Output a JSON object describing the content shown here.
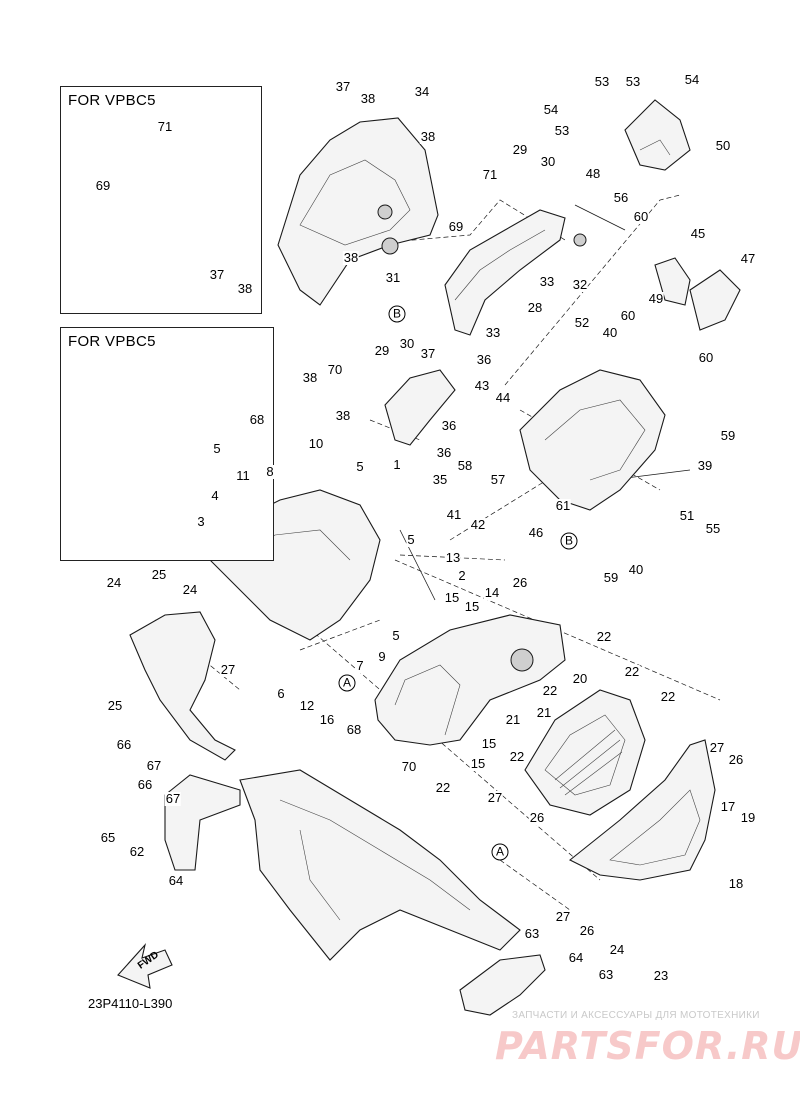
{
  "insets": [
    {
      "title": "FOR VPBC5"
    },
    {
      "title": "FOR VPBC5"
    }
  ],
  "diagram_code": "23P4110-L390",
  "watermark": {
    "subtitle": "ЗАПЧАСТИ И АКСЕССУАРЫ ДЛЯ МОТОТЕХНИКИ",
    "logo": "PARTSFOR.RU"
  },
  "fwd_label": "FWD",
  "reference_markers": [
    "B",
    "B",
    "A",
    "A"
  ],
  "callouts": [
    "37",
    "38",
    "34",
    "38",
    "71",
    "69",
    "37",
    "38",
    "38",
    "31",
    "69",
    "29",
    "30",
    "71",
    "48",
    "33",
    "32",
    "28",
    "53",
    "53",
    "54",
    "54",
    "53",
    "50",
    "56",
    "60",
    "45",
    "47",
    "49",
    "52",
    "40",
    "60",
    "60",
    "43",
    "44",
    "58",
    "57",
    "59",
    "39",
    "51",
    "55",
    "41",
    "42",
    "61",
    "46",
    "59",
    "40",
    "33",
    "36",
    "36",
    "36",
    "35",
    "38",
    "29",
    "30",
    "37",
    "38",
    "70",
    "68",
    "5",
    "10",
    "5",
    "8",
    "11",
    "5",
    "1",
    "13",
    "4",
    "3",
    "2",
    "5",
    "9",
    "7",
    "6",
    "12",
    "16",
    "27",
    "26",
    "15",
    "15",
    "14",
    "70",
    "68",
    "22",
    "21",
    "20",
    "22",
    "22",
    "22",
    "21",
    "15",
    "15",
    "22",
    "22",
    "27",
    "26",
    "27",
    "26",
    "17",
    "19",
    "18",
    "27",
    "26",
    "24",
    "23",
    "24",
    "24",
    "25",
    "25",
    "66",
    "67",
    "66",
    "67",
    "65",
    "62",
    "64",
    "63",
    "64",
    "63"
  ],
  "colors": {
    "line": "#1a1a1a",
    "part_fill": "#f4f4f4",
    "watermark_logo": "#f7c9c9",
    "watermark_text": "#c9c9c9"
  }
}
